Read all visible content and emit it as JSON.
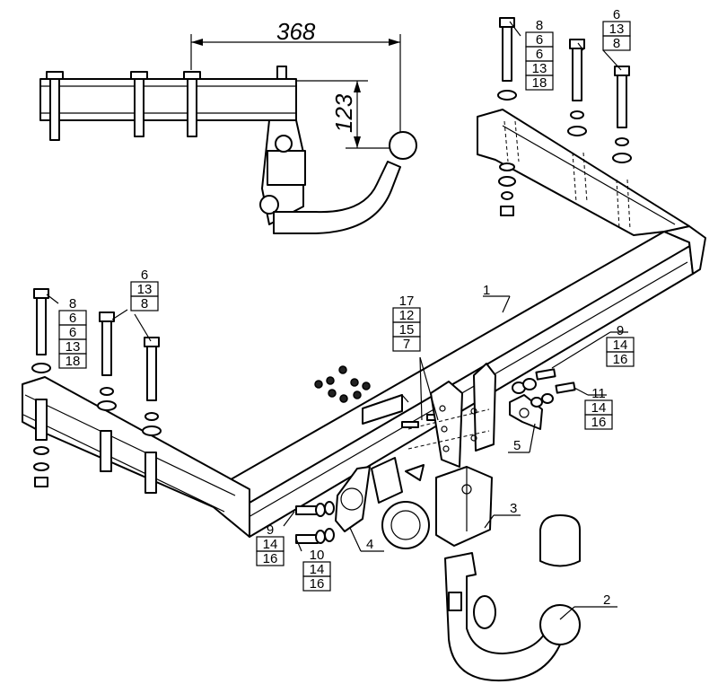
{
  "dimensions": {
    "length": "368",
    "height": "123"
  },
  "callouts": {
    "part_1": "1",
    "part_2": "2",
    "part_3": "3",
    "part_4": "4",
    "part_5": "5"
  },
  "stacks": {
    "top_left_bolt": [
      "8",
      "6",
      "6",
      "13",
      "18"
    ],
    "top_right_bolt": [
      "6",
      "13",
      "8"
    ],
    "left_bolt": [
      "8",
      "6",
      "6",
      "13",
      "18"
    ],
    "left_pair": [
      "6",
      "13",
      "8"
    ],
    "center_plate": [
      "17",
      "12",
      "15",
      "7"
    ],
    "right_upper": [
      "9",
      "14",
      "16"
    ],
    "right_lower": [
      "11",
      "14",
      "16"
    ],
    "lower_a": [
      "9",
      "14",
      "16"
    ],
    "lower_b": [
      "10",
      "14",
      "16"
    ]
  }
}
